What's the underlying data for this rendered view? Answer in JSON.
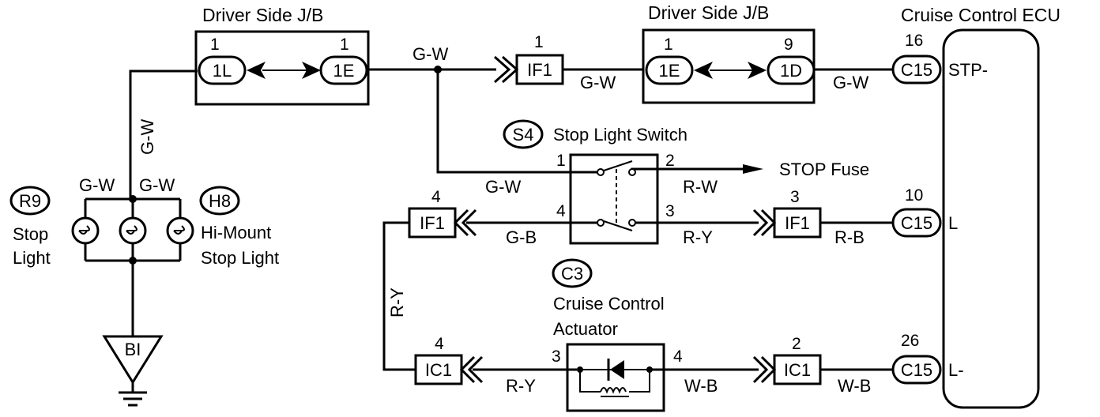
{
  "junction_blocks": {
    "left": {
      "title": "Driver Side J/B",
      "conn_a": "1L",
      "pin_a": "1",
      "conn_b": "1E",
      "pin_b": "1"
    },
    "right": {
      "title": "Driver Side J/B",
      "conn_a": "1E",
      "pin_a": "1",
      "conn_b": "1D",
      "pin_b": "9"
    }
  },
  "ecu": {
    "title": "Cruise Control ECU",
    "terminals": [
      {
        "pin": "16",
        "conn": "C15",
        "name": "STP-"
      },
      {
        "pin": "10",
        "conn": "C15",
        "name": "L"
      },
      {
        "pin": "26",
        "conn": "C15",
        "name": "L-"
      }
    ]
  },
  "connectors": {
    "if1_top": {
      "label": "IF1",
      "pin": "1"
    },
    "if1_left": {
      "label": "IF1",
      "pin": "4"
    },
    "if1_right": {
      "label": "IF1",
      "pin": "3"
    },
    "ic1_left": {
      "label": "IC1",
      "pin": "4"
    },
    "ic1_right": {
      "label": "IC1",
      "pin": "2"
    }
  },
  "stop_switch": {
    "code": "S4",
    "name": "Stop Light Switch",
    "pins": {
      "p1": "1",
      "p2": "2",
      "p3": "3",
      "p4": "4"
    }
  },
  "fuse": {
    "label": "STOP Fuse"
  },
  "actuator": {
    "code": "C3",
    "name_line1": "Cruise Control",
    "name_line2": "Actuator",
    "pins": {
      "p3": "3",
      "p4": "4"
    }
  },
  "lights": {
    "stop": {
      "code": "R9",
      "line1": "Stop",
      "line2": "Light"
    },
    "himount": {
      "code": "H8",
      "line1": "Hi-Mount",
      "line2": "Stop Light"
    }
  },
  "ground": {
    "label": "BI"
  },
  "wires": {
    "gw_vertical": "G-W",
    "gw_top1": "G-W",
    "gw_top2": "G-W",
    "gw_ecu": "G-W",
    "gw_switch": "G-W",
    "gw_left": "G-W",
    "gw_right": "G-W",
    "rw": "R-W",
    "gb": "G-B",
    "ry_mid": "R-Y",
    "rb": "R-B",
    "ry_vertical": "R-Y",
    "ry_bottom": "R-Y",
    "wb1": "W-B",
    "wb2": "W-B"
  }
}
